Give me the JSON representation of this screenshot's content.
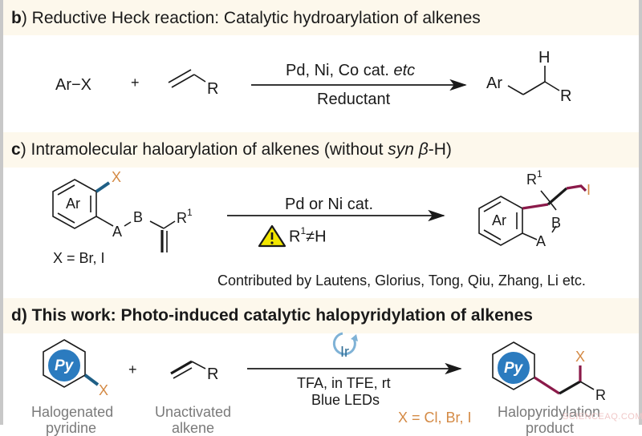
{
  "colors": {
    "header_bg": "#fdf8ec",
    "bond_blue": "#1f5f86",
    "halogen_orange": "#d48a45",
    "bond_maroon": "#8b1a4a",
    "py_blue": "#2b7bbf",
    "ir_circle": "#7fb2d6",
    "warning_yellow": "#f2e600",
    "caption_gray": "#7a7a7a"
  },
  "sections": {
    "b": {
      "letter": "b",
      "title": ") Reductive Heck reaction: Catalytic hydroarylation of alkenes",
      "reactant1": "Ar−X",
      "plus": "+",
      "alkene_R": "R",
      "arrow_above": "Pd, Ni, Co cat. ",
      "arrow_above_italic": "etc",
      "arrow_below": "Reductant",
      "product": {
        "Ar": "Ar",
        "H": "H",
        "R": "R"
      }
    },
    "c": {
      "letter": "c",
      "title_pre": ") Intramolecular haloarylation of alkenes (without ",
      "title_italic": "syn β",
      "title_post": "-H)",
      "reactant": {
        "ring": "Ar",
        "X": "X",
        "A": "A",
        "B": "B",
        "R": "R",
        "R_sup": "1"
      },
      "x_def": "X = Br, I",
      "arrow_above": "Pd or Ni cat.",
      "warning_icon": "warning-triangle",
      "condition": {
        "R": "R",
        "sup": "1",
        "neq": "≠H"
      },
      "product": {
        "ring": "Ar",
        "R": "R",
        "R_sup": "1",
        "I": "I",
        "A": "A",
        "B": "B"
      },
      "contributors": "Contributed by Lautens, Glorius, Tong, Qiu, Zhang, Li etc."
    },
    "d": {
      "title": "d) This work: Photo-induced catalytic halopyridylation of alkenes",
      "reactant1": {
        "ring": "Py",
        "X": "X",
        "caption_line1": "Halogenated",
        "caption_line2": "pyridine"
      },
      "plus": "+",
      "reactant2": {
        "R": "R",
        "caption_line1": "Unactivated",
        "caption_line2": "alkene"
      },
      "catalyst": "Ir",
      "arrow_below_1": "TFA, in TFE, rt",
      "arrow_below_2": "Blue LEDs",
      "x_def": "X = Cl, Br, I",
      "product": {
        "ring": "Py",
        "X": "X",
        "R": "R",
        "caption_line1": "Halopyridylation",
        "caption_line2": "product"
      }
    }
  },
  "watermark": "SCIENCEAQ.COM"
}
